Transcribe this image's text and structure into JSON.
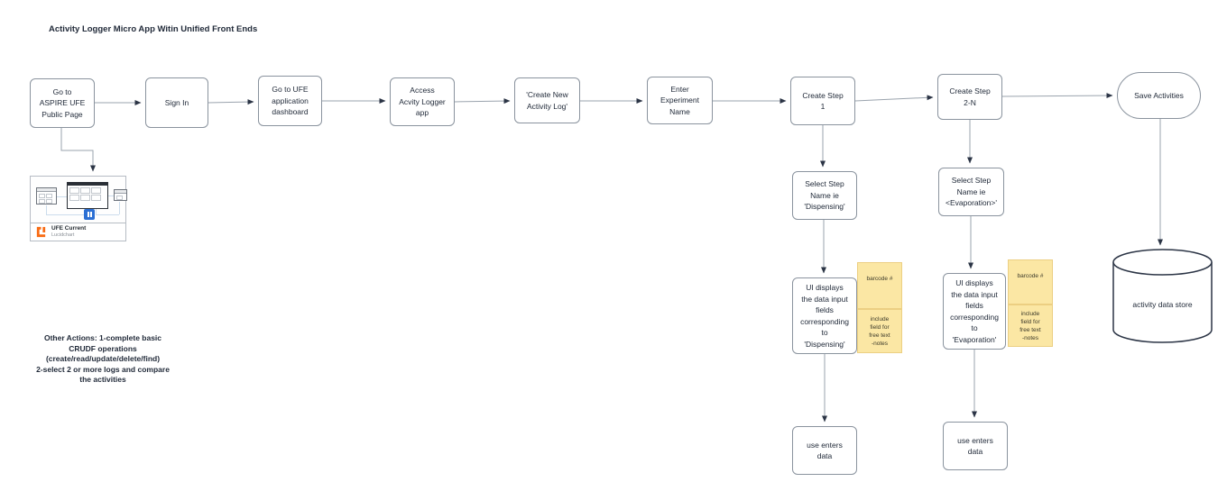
{
  "title": "Activity Logger Micro App Witin Unified Front Ends",
  "nodes": {
    "start": {
      "label": "Go to\nASPIRE UFE\nPublic Page"
    },
    "sign_in": {
      "label": "Sign In"
    },
    "dashboard": {
      "label": "Go to UFE\napplication\ndashboard"
    },
    "access_app": {
      "label": "Access\nAcvity Logger\napp"
    },
    "create_new_log": {
      "label": "'Create New\nActivity Log'"
    },
    "enter_name": {
      "label": "Enter\nExperiment\nName"
    },
    "step1": {
      "label": "Create Step\n1"
    },
    "step2n": {
      "label": "Create Step\n2-N"
    },
    "save": {
      "label": "Save Activities"
    },
    "select_dispensing": {
      "label": "Select Step\nName ie\n'Dispensing'"
    },
    "select_evaporation": {
      "label": "Select Step\nName ie\n<Evaporation>'"
    },
    "ui_dispensing": {
      "label": "UI displays\nthe data input\nfields\ncorresponding\nto\n'Dispensing'"
    },
    "ui_evaporation": {
      "label": "UI displays\nthe data input\nfields\ncorresponding\nto\n'Evaporation'"
    },
    "enter_data_1": {
      "label": "use enters\ndata"
    },
    "enter_data_2": {
      "label": "use enters\ndata"
    },
    "datastore": {
      "label": "activity data store"
    }
  },
  "sticky": {
    "barcode": "barcode #",
    "free_text": "include\nfield for\nfree text\n-notes"
  },
  "other_actions": "Other Actions:  1-complete basic\nCRUDF operations\n(create/read/update/delete/find)\n2-select 2 or more logs and compare\nthe activities",
  "thumbnail": {
    "title": "UFE Current",
    "subtitle": "Lucidchart"
  },
  "colors": {
    "sticky_yellow": "#fbe7a4",
    "lucid_orange": "#f96b13",
    "mini_icon_blue": "#2b6fd4",
    "box_border_gray": "#8a939e",
    "connector_gray": "#9aa3ad",
    "arrowhead_dark": "#2b3445"
  }
}
